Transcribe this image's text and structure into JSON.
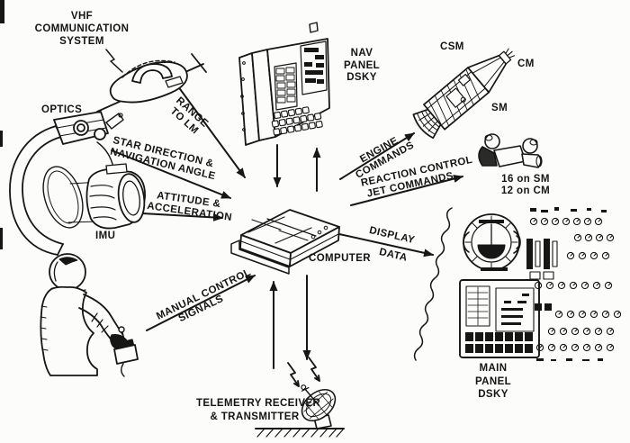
{
  "colors": {
    "ink": "#161616",
    "paper": "#fcfcfa"
  },
  "labels": {
    "vhf": [
      "VHF",
      "COMMUNICATION",
      "SYSTEM"
    ],
    "optics": "OPTICS",
    "imu": "IMU",
    "range_to_lm": [
      "RANGE",
      "TO LM"
    ],
    "star_direction": [
      "STAR DIRECTION &",
      "NAVIGATION ANGLE"
    ],
    "attitude": [
      "ATTITUDE &",
      "ACCELERATION"
    ],
    "nav_panel_dsky": [
      "NAV",
      "PANEL",
      "DSKY"
    ],
    "engine_commands": [
      "ENGINE",
      "COMMANDS"
    ],
    "reaction_control": [
      "REACTION CONTROL",
      "JET COMMANDS"
    ],
    "csm": "CSM",
    "cm": "CM",
    "sm": "SM",
    "rcs_counts": [
      "16 on SM",
      "12 on CM"
    ],
    "computer": "COMPUTER",
    "display_data": [
      "DISPLAY",
      "DATA"
    ],
    "manual_control": [
      "MANUAL CONTROL",
      "SIGNALS"
    ],
    "telemetry": [
      "TELEMETRY RECEIVER",
      "& TRANSMITTER"
    ],
    "main_panel_dsky": [
      "MAIN",
      "PANEL",
      "DSKY"
    ]
  }
}
